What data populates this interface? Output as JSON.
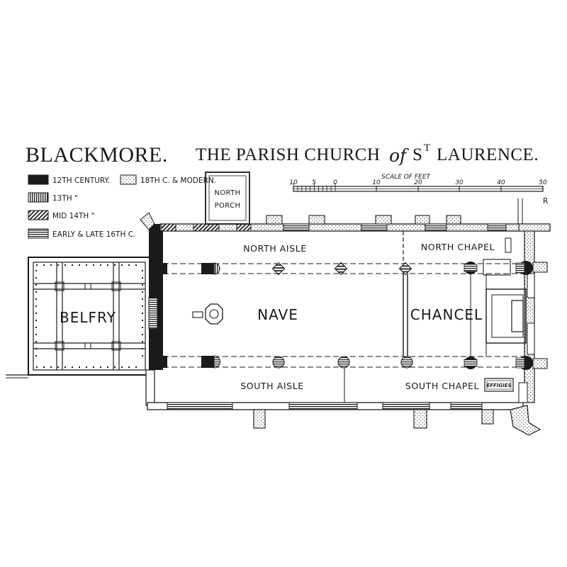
{
  "title": {
    "main": "BLACKMORE.",
    "rest": "THE PARISH CHURCH",
    "of": "of",
    "saint_prefix": "S",
    "saint_sup": "T",
    "saint_name": "LAURENCE."
  },
  "legend": {
    "twelfth": "12TH CENTURY.",
    "eighteenth": "18TH C. & MODERN.",
    "thirteenth": "13TH \"",
    "mid14": "MID 14TH \"",
    "sixteenth": "EARLY & LATE 16TH C."
  },
  "scale": {
    "label": "SCALE OF FEET",
    "ticks": [
      "10",
      "5",
      "0",
      "10",
      "20",
      "30",
      "40",
      "50"
    ],
    "letter": "R"
  },
  "labels": {
    "belfry": "BELFRY",
    "nave": "NAVE",
    "chancel": "CHANCEL",
    "north_aisle": "NORTH AISLE",
    "south_aisle": "SOUTH AISLE",
    "north_chapel": "NORTH CHAPEL",
    "south_chapel": "SOUTH CHAPEL",
    "north_porch_1": "NORTH",
    "north_porch_2": "PORCH",
    "effigies": "EFFIGIES"
  },
  "colors": {
    "ink": "#1a1a1a",
    "paper": "#ffffff"
  }
}
